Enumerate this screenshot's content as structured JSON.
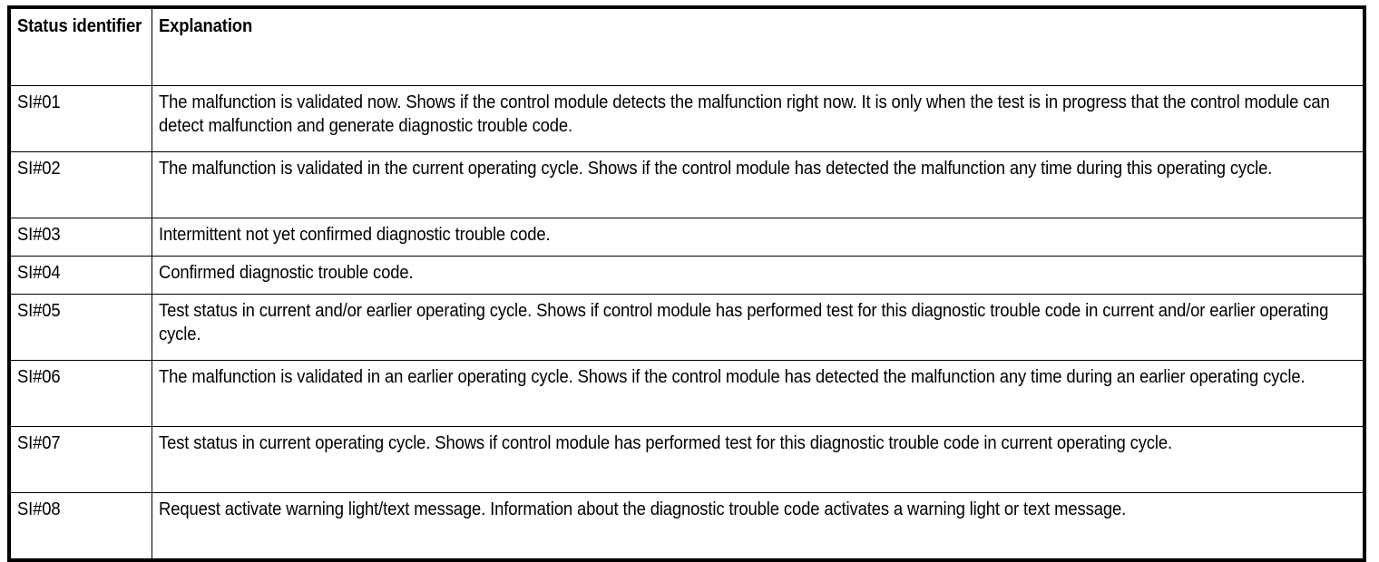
{
  "table": {
    "name": "status-identifier-explanation-table",
    "columns": [
      {
        "key": "identifier",
        "header": "Status identifier"
      },
      {
        "key": "explanation",
        "header": "Explanation"
      }
    ],
    "rows": [
      {
        "identifier": "SI#01",
        "explanation": "The malfunction is validated now. Shows if the control module detects the malfunction right now. It is only when the test is in progress that the control module can detect malfunction and generate diagnostic trouble code."
      },
      {
        "identifier": "SI#02",
        "explanation": "The malfunction is validated in the current operating cycle. Shows if the control module has detected the malfunction any time during this operating cycle."
      },
      {
        "identifier": "SI#03",
        "explanation": "Intermittent not yet confirmed diagnostic trouble code."
      },
      {
        "identifier": "SI#04",
        "explanation": "Confirmed diagnostic trouble code."
      },
      {
        "identifier": "SI#05",
        "explanation": "Test status in current and/or earlier operating cycle. Shows if control module has performed test for this diagnostic trouble code in current and/or earlier operating cycle."
      },
      {
        "identifier": "SI#06",
        "explanation": "The malfunction is validated in an earlier operating cycle. Shows if the control module has detected the malfunction any time during an earlier operating cycle."
      },
      {
        "identifier": "SI#07",
        "explanation": "Test status in current operating cycle. Shows if control module has performed test for this diagnostic trouble code in current operating cycle."
      },
      {
        "identifier": "SI#08",
        "explanation": "Request activate warning light/text message. Information about the diagnostic trouble code activates a warning light or text message."
      }
    ]
  },
  "colors": {
    "text": "#000000",
    "background": "#ffffff",
    "border": "#000000"
  }
}
